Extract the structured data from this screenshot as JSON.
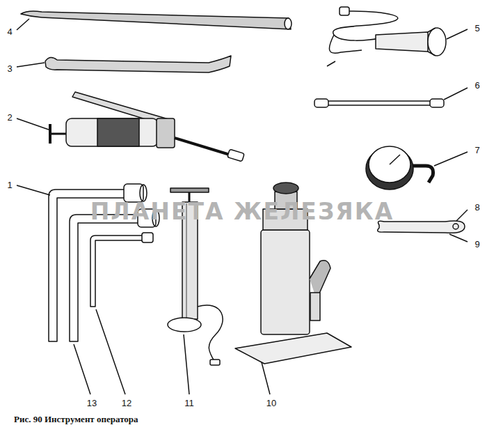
{
  "diagram": {
    "caption": "Рис. 90 Инструмент оператора",
    "labels": [
      "4",
      "5",
      "3",
      "6",
      "2",
      "7",
      "1",
      "8",
      "9",
      "13",
      "12",
      "11",
      "10",
      "ПЛАНЕТА ЖЕЛЕЗЯКА"
    ]
  }
}
